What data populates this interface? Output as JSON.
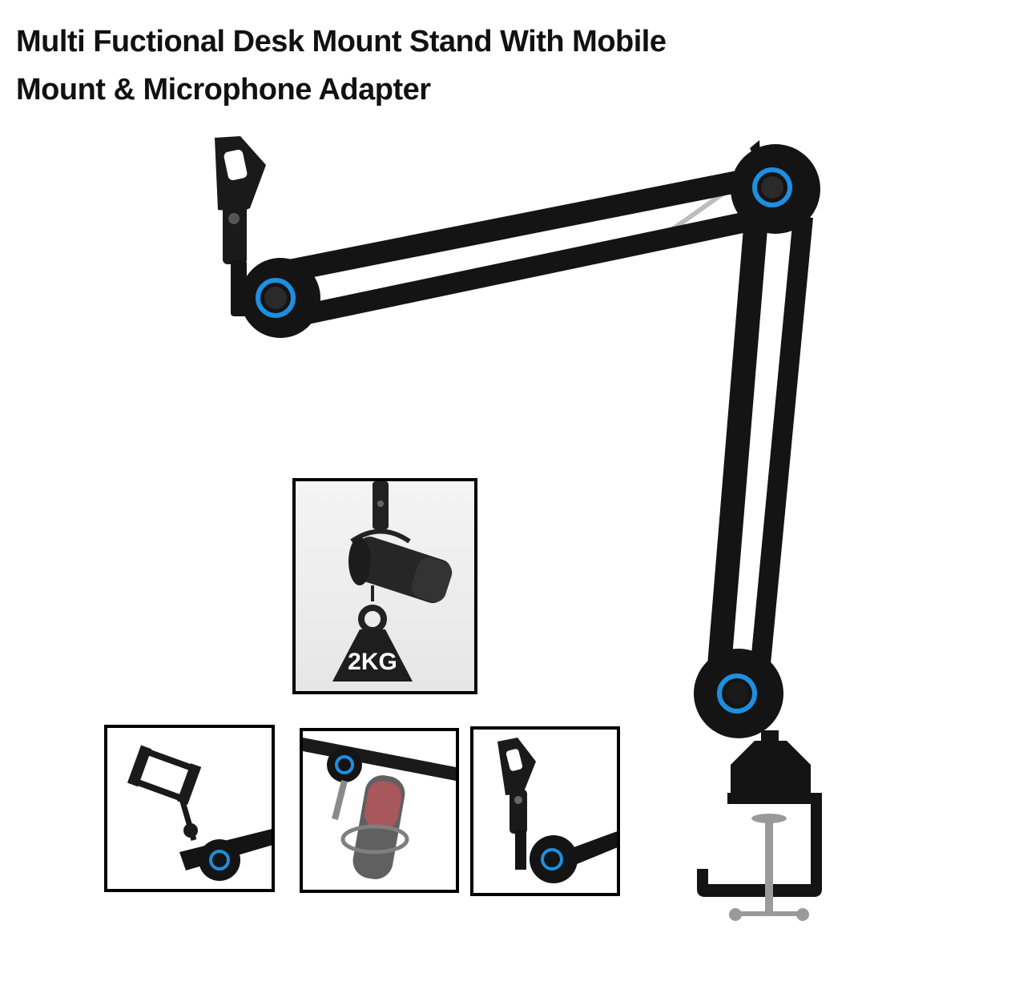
{
  "title": {
    "line1": "Multi Fuctional Desk Mount Stand With Mobile",
    "line2": "Mount & Microphone Adapter"
  },
  "colors": {
    "arm": "#141414",
    "accent_ring": "#1e8fe0",
    "frame": "#000000",
    "steel": "#9a9a9a"
  },
  "weight_label": "2KG",
  "icons": {
    "main": "boom-arm-product-image",
    "inset1": "mic-load-weight-icon",
    "inset2": "phone-holder-image",
    "inset3": "shock-mount-mic-image",
    "inset4": "mic-clip-image"
  }
}
